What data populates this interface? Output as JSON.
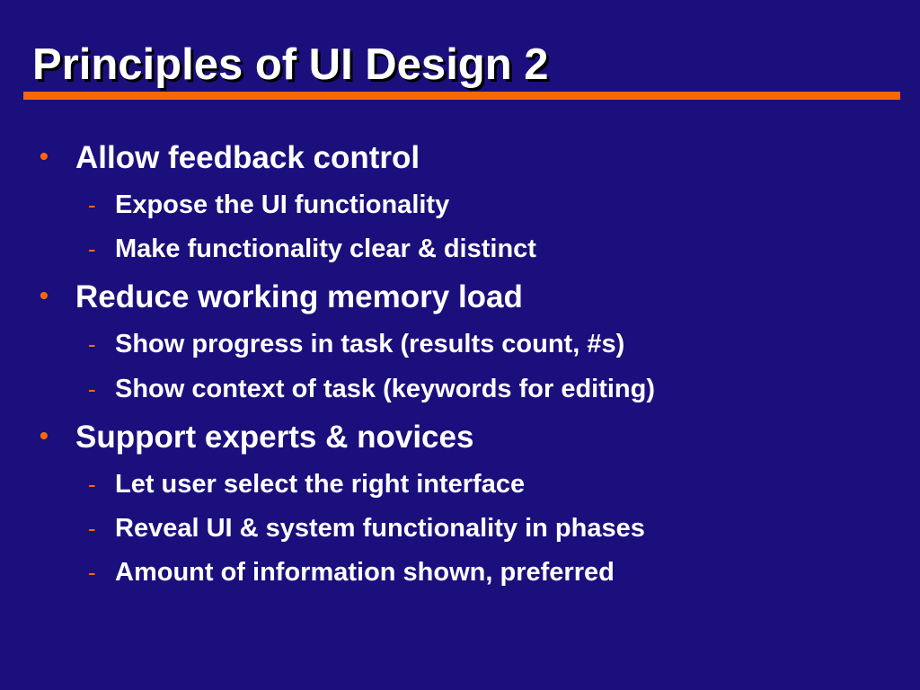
{
  "slide": {
    "title": "Principles of UI Design 2",
    "bullet_marker": "•",
    "sub_marker": "-",
    "accent_color": "#ff6600",
    "background_color": "#1b0f7d",
    "sections": [
      {
        "heading": "Allow feedback control",
        "points": [
          "Expose the UI functionality",
          "Make functionality clear & distinct"
        ]
      },
      {
        "heading": "Reduce working memory load",
        "points": [
          "Show progress in task (results count, #s)",
          "Show context of task (keywords for editing)"
        ]
      },
      {
        "heading": "Support experts & novices",
        "points": [
          "Let user select the right interface",
          "Reveal UI & system functionality in phases",
          "Amount of information shown, preferred"
        ]
      }
    ]
  }
}
